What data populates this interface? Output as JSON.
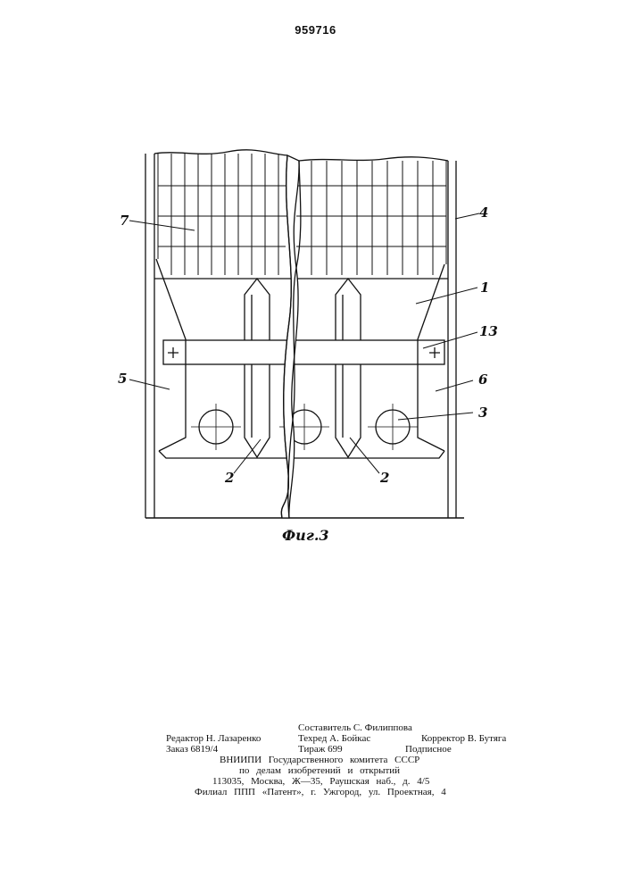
{
  "header": {
    "patent_number": "959716"
  },
  "figure": {
    "caption": "Фиг.3",
    "labels": {
      "l1": "1",
      "l2a": "2",
      "l2b": "2",
      "l3": "3",
      "l4": "4",
      "l5": "5",
      "l6": "6",
      "l7": "7",
      "l13": "13"
    }
  },
  "colophon": {
    "compiler": "Составитель С. Филиппова",
    "editor": "Редактор Н. Лазаренко",
    "techred": "Техред А. Бойкас",
    "corrector": "Корректор В. Бутяга",
    "order": "Заказ 6819/4",
    "circulation": "Тираж 699",
    "subscription": "Подписное",
    "org1": "ВНИИПИ Государственного комитета СССР",
    "org2": "по делам изобретений и открытий",
    "address": "113035, Москва, Ж—35, Раушская наб., д. 4/5",
    "branch": "Филиал ППП «Патент», г. Ужгород, ул. Проектная, 4"
  }
}
